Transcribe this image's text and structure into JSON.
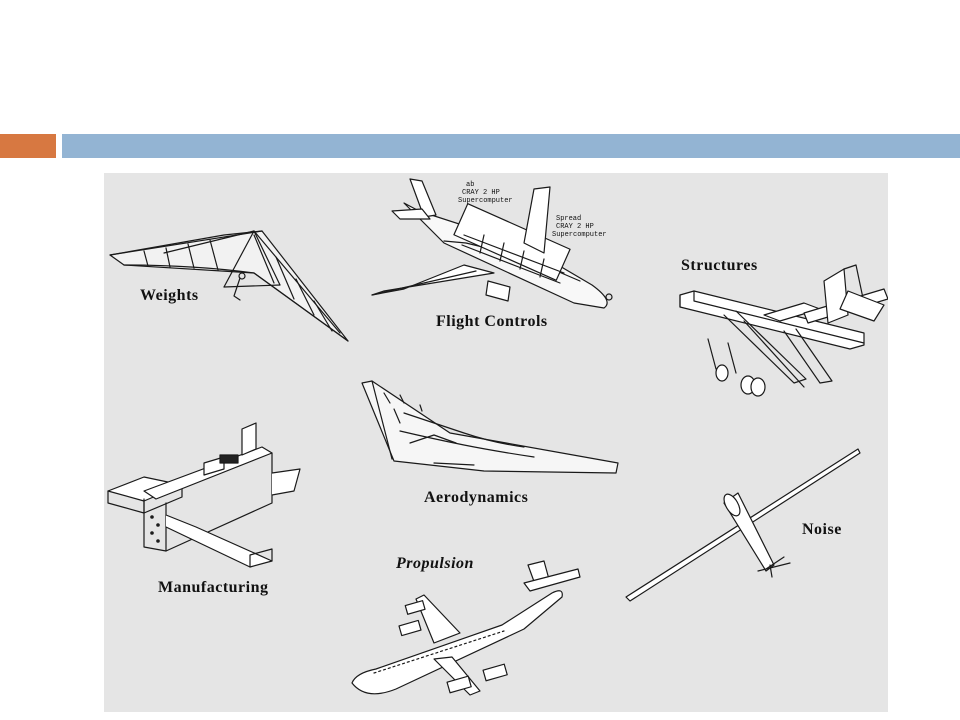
{
  "slide": {
    "accent_color": "#d77841",
    "bar_color": "#93b4d3"
  },
  "figure": {
    "background": "#e5e5e5",
    "labels": {
      "weights": "Weights",
      "flight_controls": "Flight Controls",
      "structures": "Structures",
      "aerodynamics": "Aerodynamics",
      "manufacturing": "Manufacturing",
      "propulsion": "Propulsion",
      "noise": "Noise"
    },
    "callouts": {
      "cray_1_top": "ab",
      "cray_1_line1": "CRAY 2 HP",
      "cray_1_line2": "Supercomputer",
      "cray_2_top": "Spread",
      "cray_2_line1": "CRAY 2 HP",
      "cray_2_line2": "Supercomputer"
    }
  }
}
